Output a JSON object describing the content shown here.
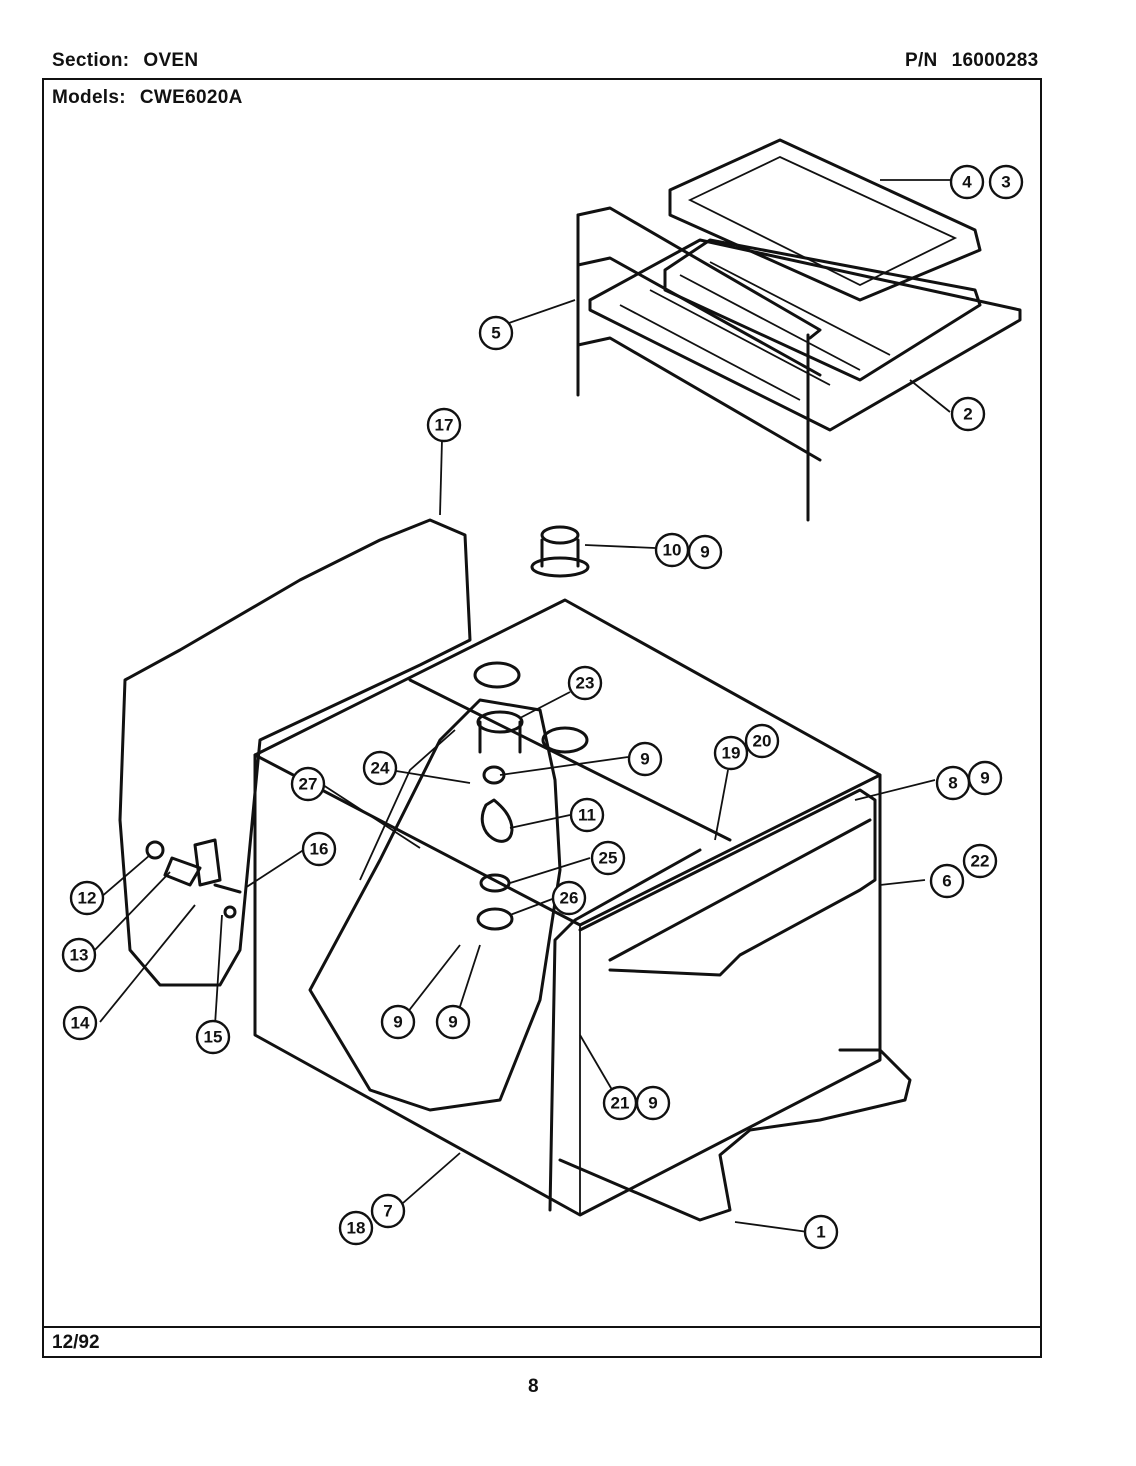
{
  "header": {
    "section_label": "Section:",
    "section_value": "OVEN",
    "pn_label": "P/N",
    "pn_value": "16000283",
    "models_label": "Models:",
    "models_value": "CWE6020A"
  },
  "footer": {
    "date": "12/92",
    "page_number": "8"
  },
  "callouts": [
    "4",
    "3",
    "5",
    "2",
    "17",
    "10",
    "9",
    "23",
    "24",
    "9",
    "27",
    "19",
    "20",
    "8",
    "9",
    "11",
    "16",
    "25",
    "6",
    "22",
    "26",
    "12",
    "13",
    "9",
    "9",
    "14",
    "15",
    "21",
    "9",
    "18",
    "7",
    "1"
  ]
}
